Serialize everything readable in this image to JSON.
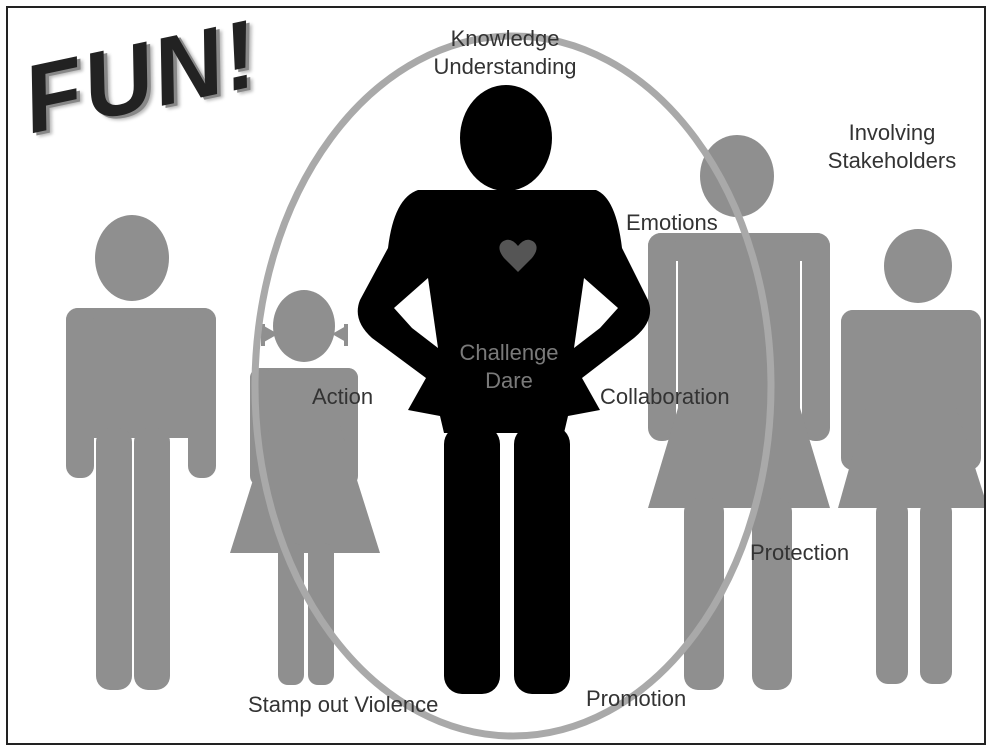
{
  "colors": {
    "figure_gray": "#8f8f8f",
    "figure_black": "#000000",
    "ring": "#a9a9a9",
    "heart": "#555555",
    "text": "#333333"
  },
  "headline": "FUN!",
  "labels": {
    "knowledge": "Knowledge",
    "understanding": "Understanding",
    "involving": "Involving",
    "stakeholders": "Stakeholders",
    "emotions": "Emotions",
    "challenge": "Challenge",
    "dare": "Dare",
    "action": "Action",
    "collaboration": "Collaboration",
    "protection": "Protection",
    "stamp_out_violence": "Stamp out Violence",
    "promotion": "Promotion"
  },
  "icons": [
    "man-icon",
    "girl-icon",
    "man-icon",
    "woman-icon",
    "woman-icon",
    "heart-icon"
  ]
}
